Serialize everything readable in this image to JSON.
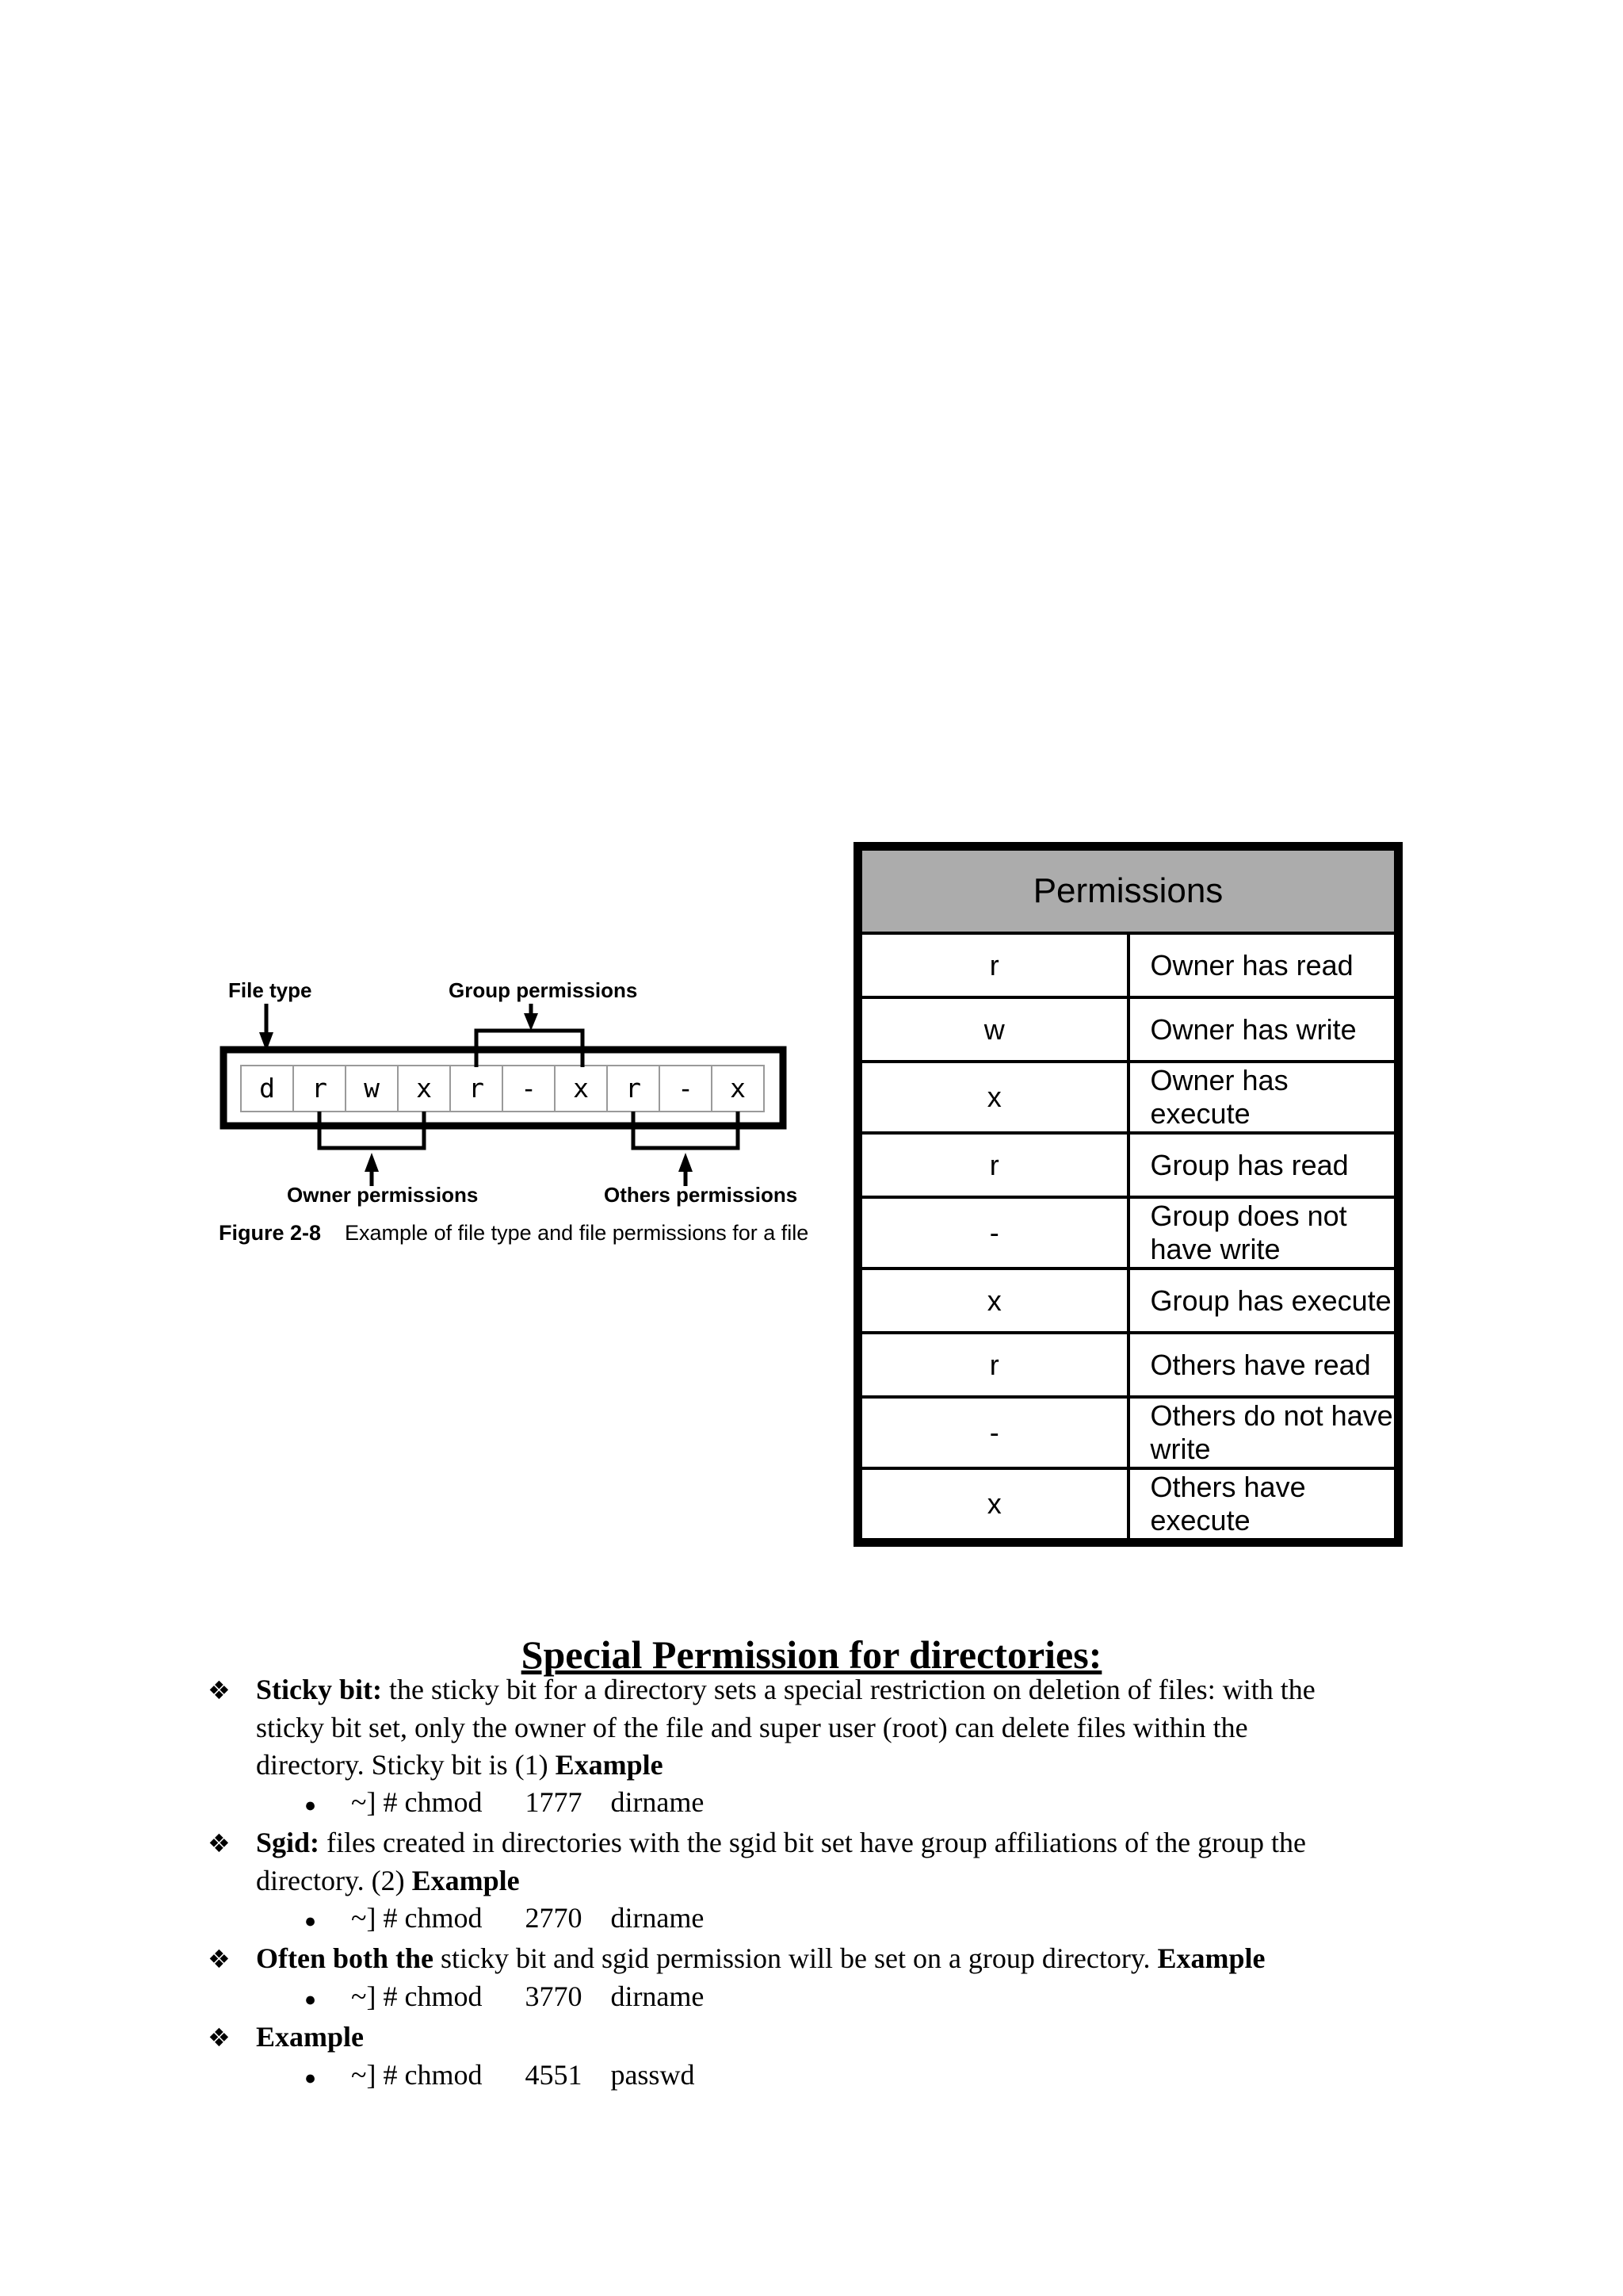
{
  "figure": {
    "labels": {
      "file_type": "File type",
      "group_permissions": "Group permissions",
      "owner_permissions": "Owner permissions",
      "others_permissions": "Others permissions"
    },
    "cells": [
      "d",
      "r",
      "w",
      "x",
      "r",
      "-",
      "x",
      "r",
      "-",
      "x"
    ],
    "caption_label": "Figure 2-8",
    "caption_text": "Example of file type and file permissions for a file"
  },
  "table": {
    "header": "Permissions",
    "header_bg": "#acacac",
    "border_color": "#000000",
    "rows": [
      {
        "symbol": "r",
        "description": "Owner has read"
      },
      {
        "symbol": "w",
        "description": "Owner has write"
      },
      {
        "symbol": "x",
        "description": "Owner has execute"
      },
      {
        "symbol": "r",
        "description": "Group has read"
      },
      {
        "symbol": "-",
        "description": "Group does not have write"
      },
      {
        "symbol": "x",
        "description": "Group has execute"
      },
      {
        "symbol": "r",
        "description": "Others have read"
      },
      {
        "symbol": "-",
        "description": "Others do not have write"
      },
      {
        "symbol": "x",
        "description": "Others have execute"
      }
    ]
  },
  "section": {
    "heading": "Special Permission for directories:",
    "bullet_glyph": "❖",
    "sub_bullet_glyph": "●",
    "lines": [
      {
        "segments": [
          {
            "text": "Sticky bit:"
          },
          {
            "text": " the sticky bit for a directory sets a special restriction on deletion of files: with the"
          }
        ]
      },
      {
        "segments": [
          {
            "text": "sticky bit set, only the owner of the file and super user (root) can delete files within the"
          }
        ]
      },
      {
        "segments": [
          {
            "text": "directory. Sticky bit is (1) "
          },
          {
            "text": "Example"
          }
        ]
      },
      {
        "segments": [
          {
            "text": "~] # chmod      1777    dirname"
          }
        ]
      },
      {
        "segments": [
          {
            "text": "Sgid:"
          },
          {
            "text": " files created in directories with the sgid bit set have group affiliations of the group the"
          }
        ]
      },
      {
        "segments": [
          {
            "text": "directory. (2) "
          },
          {
            "text": "Example"
          }
        ]
      },
      {
        "segments": [
          {
            "text": "~] # chmod      2770    dirname"
          }
        ]
      },
      {
        "segments": [
          {
            "text": "Often both the"
          },
          {
            "text": " sticky bit and sgid permission will be set on a group directory. "
          },
          {
            "text": "Example"
          }
        ]
      },
      {
        "segments": [
          {
            "text": "~] # chmod      3770    dirname"
          }
        ]
      },
      {
        "segments": [
          {
            "text": "Example"
          }
        ]
      },
      {
        "segments": [
          {
            "text": "~] # chmod      4551    passwd"
          }
        ]
      }
    ]
  }
}
